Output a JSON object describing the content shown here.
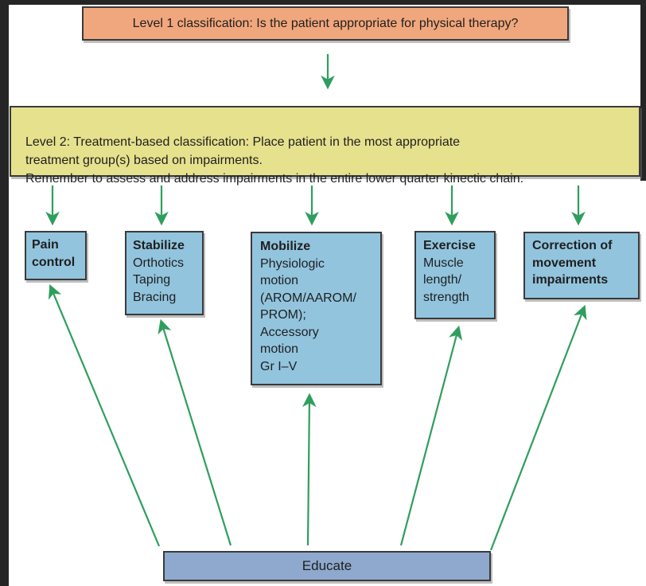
{
  "palette": {
    "frame": "#252525",
    "level1_fill": "#f1a77d",
    "level2_fill": "#e6e18d",
    "treatment_fill": "#92c4de",
    "educate_fill": "#8ea9cd",
    "arrow_green": "#2f9e5d",
    "box_border": "#3a3a3a",
    "text": "#1f1f1f"
  },
  "level1": {
    "text": "Level 1 classification: Is the patient appropriate for physical therapy?"
  },
  "level2": {
    "text": "Level 2: Treatment-based classification: Place patient in the most appropriate\ntreatment group(s) based on impairments.\nRemember to assess and address impairments in the entire lower quarter kinectic chain."
  },
  "groups": [
    {
      "id": "pain-control",
      "title": "Pain control",
      "details": ""
    },
    {
      "id": "stabilize",
      "title": "Stabilize",
      "details": "Orthotics\nTaping\nBracing"
    },
    {
      "id": "mobilize",
      "title": "Mobilize",
      "details": "Physiologic\nmotion\n(AROM/AAROM/\nPROM);\nAccessory\nmotion\nGr I–V"
    },
    {
      "id": "exercise",
      "title": "Exercise",
      "details": "Muscle\nlength/\nstrength"
    },
    {
      "id": "correction",
      "title": "Correction of movement impairments",
      "details": ""
    }
  ],
  "educate": {
    "label": "Educate"
  }
}
